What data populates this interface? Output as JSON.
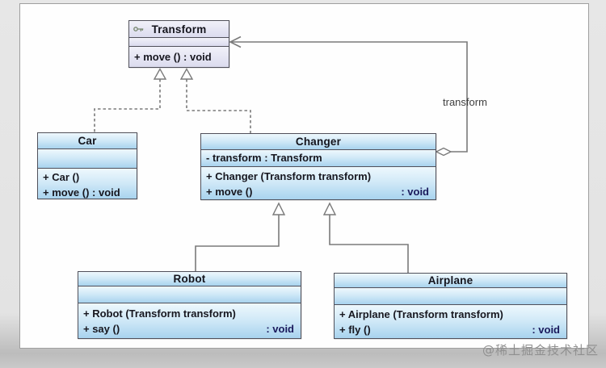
{
  "diagram": {
    "classes": {
      "transform": {
        "name": "Transform",
        "icon": "key-icon",
        "attributes": [],
        "methods": [
          {
            "left": "+ move () : void",
            "right": ""
          }
        ]
      },
      "car": {
        "name": "Car",
        "attributes": [],
        "methods": [
          {
            "left": "+ Car ()",
            "right": ""
          },
          {
            "left": "+ move () : void",
            "right": ""
          }
        ]
      },
      "changer": {
        "name": "Changer",
        "attributes": [
          "- transform : Transform"
        ],
        "methods": [
          {
            "left": "+ Changer (Transform transform)",
            "right": ""
          },
          {
            "left": "+ move ()",
            "right": ": void"
          }
        ]
      },
      "robot": {
        "name": "Robot",
        "attributes": [],
        "methods": [
          {
            "left": "+ Robot (Transform transform)",
            "right": ""
          },
          {
            "left": "+ say ()",
            "right": ": void"
          }
        ]
      },
      "airplane": {
        "name": "Airplane",
        "attributes": [],
        "methods": [
          {
            "left": "+ Airplane (Transform transform)",
            "right": ""
          },
          {
            "left": "+ fly ()",
            "right": ": void"
          }
        ]
      }
    },
    "relationships": {
      "association_label": "transform",
      "connectors": [
        "realization: Car ..|> Transform (dashed, hollow triangle)",
        "realization: Changer ..|> Transform (dashed, hollow triangle)",
        "generalization: Robot --|> Changer (solid, hollow triangle)",
        "generalization: Airplane --|> Changer (solid, hollow triangle)",
        "aggregation: Changer o--> Transform (hollow diamond, open arrow)"
      ]
    },
    "colors": {
      "class_gradient_top": "#eef8fd",
      "class_gradient_bottom": "#a8d3ee",
      "interface_fill_top": "#f1f1f9",
      "interface_fill_bottom": "#dbdbee",
      "box_border": "#50505a",
      "connector": "#7a7a7a",
      "canvas": "#fefefe",
      "page_background": "#e5e5e5",
      "watermark_color": "#8f8f8f"
    }
  },
  "watermark": "@稀土掘金技术社区"
}
